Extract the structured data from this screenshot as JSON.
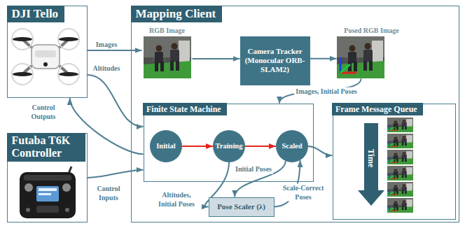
{
  "diagram": {
    "nodes": [
      {
        "text": [
          "DJI Tello"
        ]
      },
      {
        "text": [
          "Futaba T6K Controller"
        ]
      },
      {
        "text": [
          "Mapping Client"
        ]
      },
      {
        "text": [
          "RGB Image"
        ],
        "in": 2
      },
      {
        "text": [
          "Camera Tracker (Monocular ORB-SLAM2)"
        ],
        "in": 2
      },
      {
        "text": [
          "Posed RGB Image"
        ],
        "in": 2
      },
      {
        "text": [
          "Finite State Machine"
        ],
        "in": 2
      },
      {
        "text": [
          "Initial"
        ],
        "in": 6
      },
      {
        "text": [
          "Training"
        ],
        "in": 6
      },
      {
        "text": [
          "Scaled"
        ],
        "in": 6
      },
      {
        "text": [
          "Pose Scaler (λ)"
        ],
        "in": 2
      },
      {
        "text": [
          "Frame Message Queue"
        ],
        "in": 2
      }
    ],
    "edges": [
      {
        "from": 0,
        "to": 3,
        "arrow": "to",
        "label": "Images"
      },
      {
        "from": 3,
        "to": 4,
        "arrow": "to"
      },
      {
        "from": 4,
        "to": 5,
        "arrow": "to"
      },
      {
        "from": 5,
        "to": 6,
        "arrow": "to",
        "label": "Images, Initial Poses"
      },
      {
        "from": 0,
        "to": 6,
        "arrow": "to",
        "label": "Altitudes"
      },
      {
        "from": 6,
        "to": 0,
        "arrow": "to",
        "label": "Control Outputs"
      },
      {
        "from": 1,
        "to": 6,
        "arrow": "to",
        "label": "Control Inputs"
      },
      {
        "from": 7,
        "to": 8,
        "arrow": "to"
      },
      {
        "from": 8,
        "to": 9,
        "arrow": "to"
      },
      {
        "from": 8,
        "to": 10,
        "arrow": "to",
        "label": "Altitudes, Initial Poses"
      },
      {
        "from": 9,
        "to": 10,
        "arrow": "to",
        "label": "Initial Poses"
      },
      {
        "from": 10,
        "to": 9,
        "arrow": "to",
        "label": "Scale-Correct Poses"
      },
      {
        "from": 9,
        "to": 11,
        "arrow": "to"
      }
    ],
    "labels": [
      "Time"
    ]
  }
}
